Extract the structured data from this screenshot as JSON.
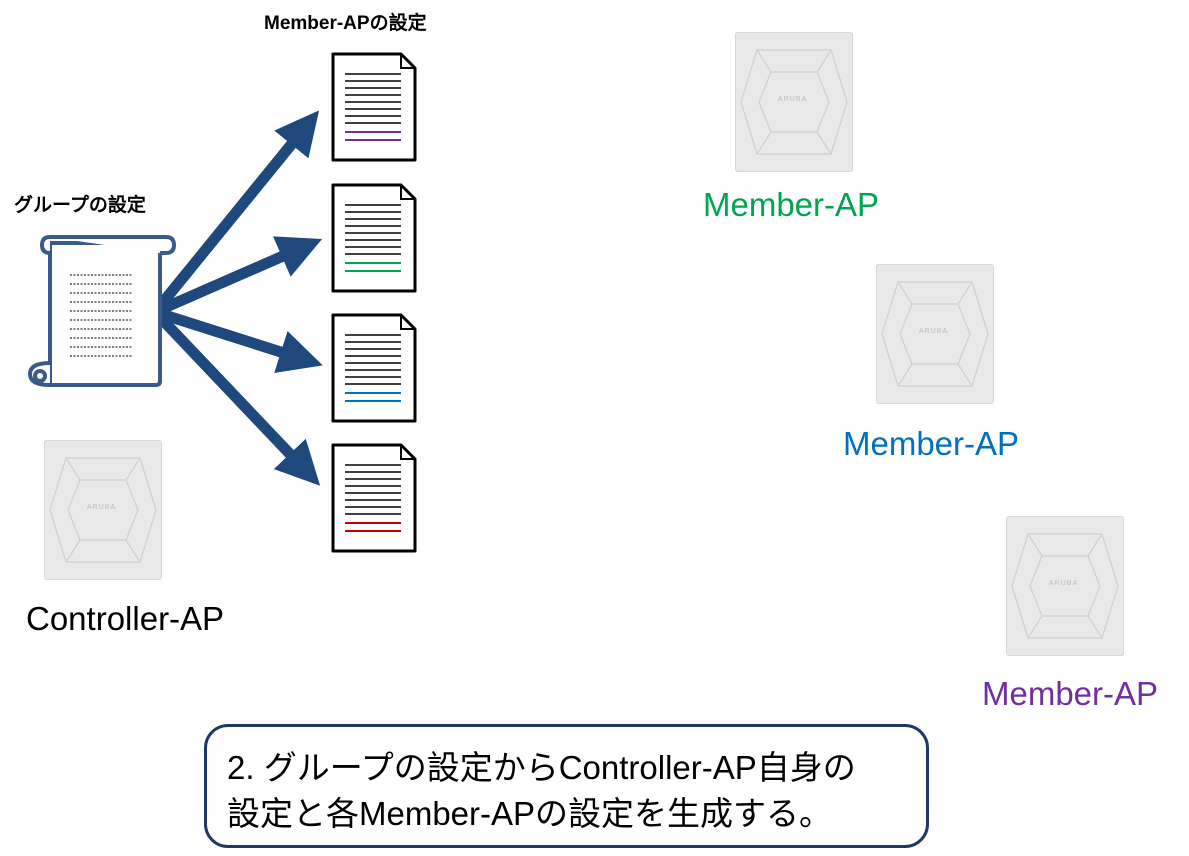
{
  "member_config_title": "Member-APの設定",
  "group_config_title": "グループの設定",
  "controller": {
    "label": "Controller-AP",
    "brand": "ARUBA"
  },
  "members": [
    {
      "label": "Member-AP",
      "color": "#00a550",
      "brand": "ARUBA"
    },
    {
      "label": "Member-AP",
      "color": "#0070c0",
      "brand": "ARUBA"
    },
    {
      "label": "Member-AP",
      "color": "#7030a0",
      "brand": "ARUBA"
    }
  ],
  "documents": [
    {
      "accent": "#7030a0"
    },
    {
      "accent": "#00a550"
    },
    {
      "accent": "#0070c0"
    },
    {
      "accent": "#c00000"
    }
  ],
  "arrow_color": "#1f497d",
  "info_box": {
    "line1": "2. グループの設定からController-AP自身の",
    "line2": "設定と各Member-APの設定を生成する。"
  }
}
